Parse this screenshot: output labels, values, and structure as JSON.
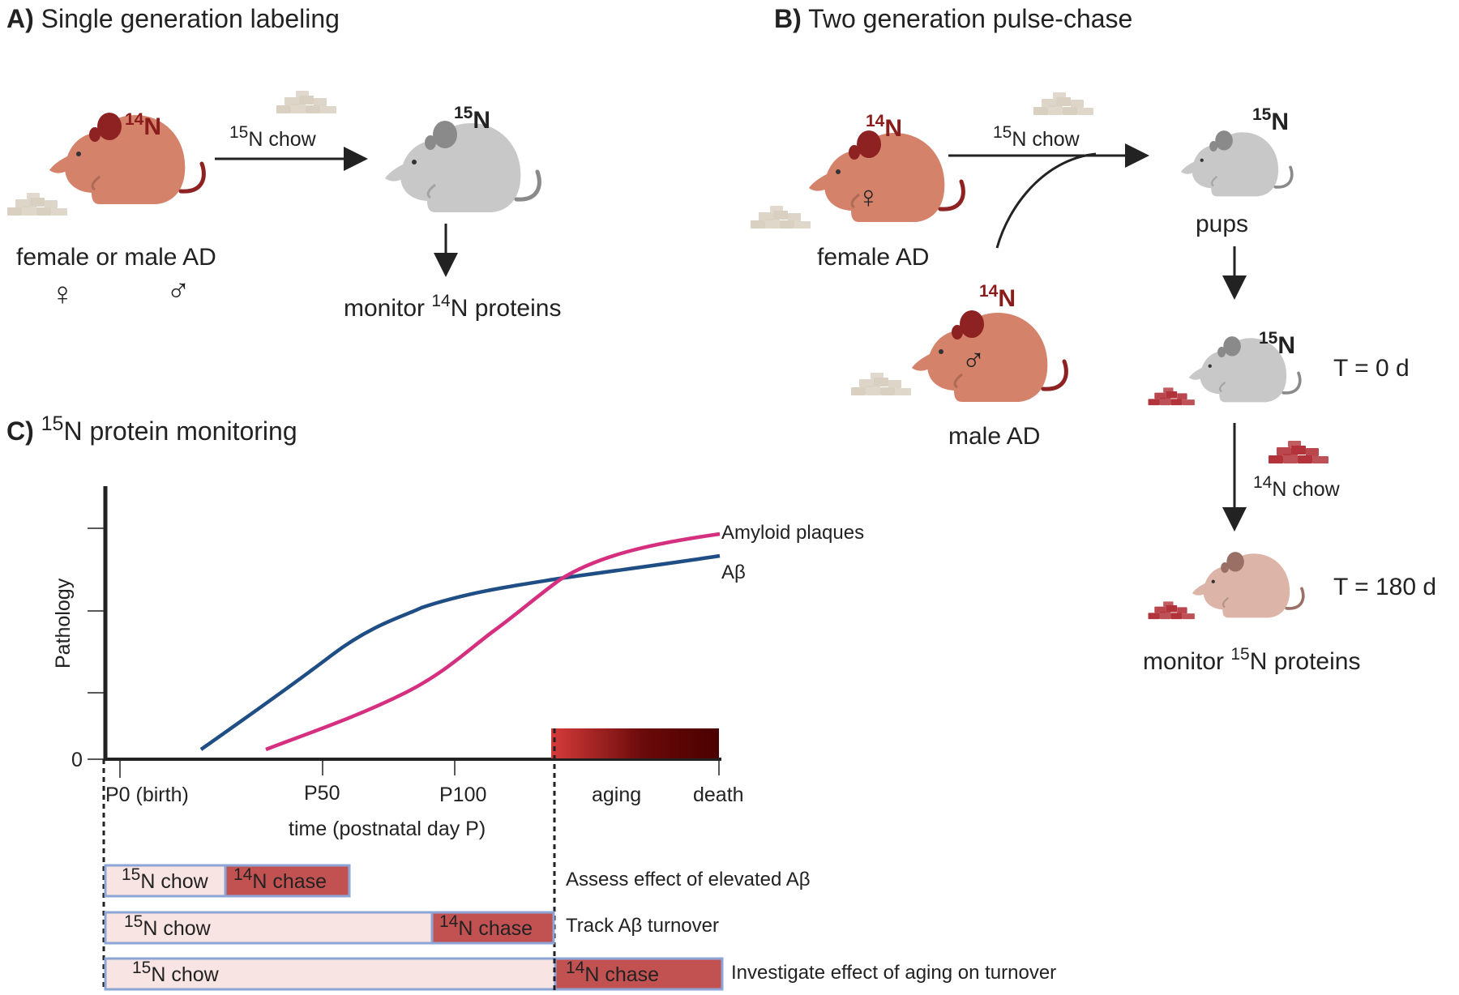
{
  "colors": {
    "mouse_14n": "#d4826a",
    "mouse_14n_ear": "#8e2222",
    "mouse_15n": "#c8c8c8",
    "mouse_15n_ear": "#8a8a8a",
    "mouse_mixed": "#dcb5a8",
    "chow_15n": "#d9d0c1",
    "chow_14n": "#b2333a",
    "label_14n": "#8b1c1c",
    "abeta_line": "#1f4e84",
    "plaque_line": "#d52f80",
    "chow_bar": "#f8e4e2",
    "chase_bar": "#c25252",
    "bar_border": "#8da5d6",
    "aging_gradient_start": "#d63b3b",
    "aging_gradient_end": "#4a0000"
  },
  "panel_a": {
    "letter": "A)",
    "title": "Single generation labeling",
    "iso_14n_sup": "14",
    "iso_14n": "N",
    "iso_15n_sup": "15",
    "iso_15n": "N",
    "arrow_sup": "15",
    "arrow_label": "N chow",
    "mouse_label": "female or male AD",
    "female_symbol": "♀",
    "male_symbol": "♂",
    "monitor_pre": "monitor ",
    "monitor_sup": "14",
    "monitor_post": "N proteins"
  },
  "panel_b": {
    "letter": "B)",
    "title": "Two generation pulse-chase",
    "iso_14n_sup": "14",
    "iso_14n": "N",
    "iso_15n_sup": "15",
    "iso_15n": "N",
    "arrow_sup": "15",
    "arrow_label": "N chow",
    "female_label": "female AD",
    "male_label": "male AD",
    "female_symbol": "♀",
    "male_symbol": "♂",
    "pups_label": "pups",
    "t0_label": "T = 0 d",
    "chow14_sup": "14",
    "chow14_label": "N chow",
    "t180_label": "T = 180 d",
    "monitor_pre": "monitor ",
    "monitor_sup": "15",
    "monitor_post": "N proteins"
  },
  "panel_c": {
    "letter": "C)",
    "title_sup": "15",
    "title": "N protein monitoring",
    "ylabel": "Pathology",
    "y_zero": "0",
    "xlabel": "time (postnatal day P)",
    "ticks": [
      "P0 (birth)",
      "P50",
      "P100",
      "aging",
      "death"
    ],
    "series": [
      {
        "name": "Amyloid plaques"
      },
      {
        "name": "Aβ"
      }
    ],
    "bars": [
      {
        "chow_sup": "15",
        "chow": "N chow",
        "chase_sup": "14",
        "chase": "N chase",
        "description": "Assess effect of elevated Aβ"
      },
      {
        "chow_sup": "15",
        "chow": "N chow",
        "chase_sup": "14",
        "chase": "N chase",
        "description": "Track Aβ turnover"
      },
      {
        "chow_sup": "15",
        "chow": "N chow",
        "chase_sup": "14",
        "chase": "N chase",
        "description": "Investigate effect of aging on turnover"
      }
    ]
  }
}
